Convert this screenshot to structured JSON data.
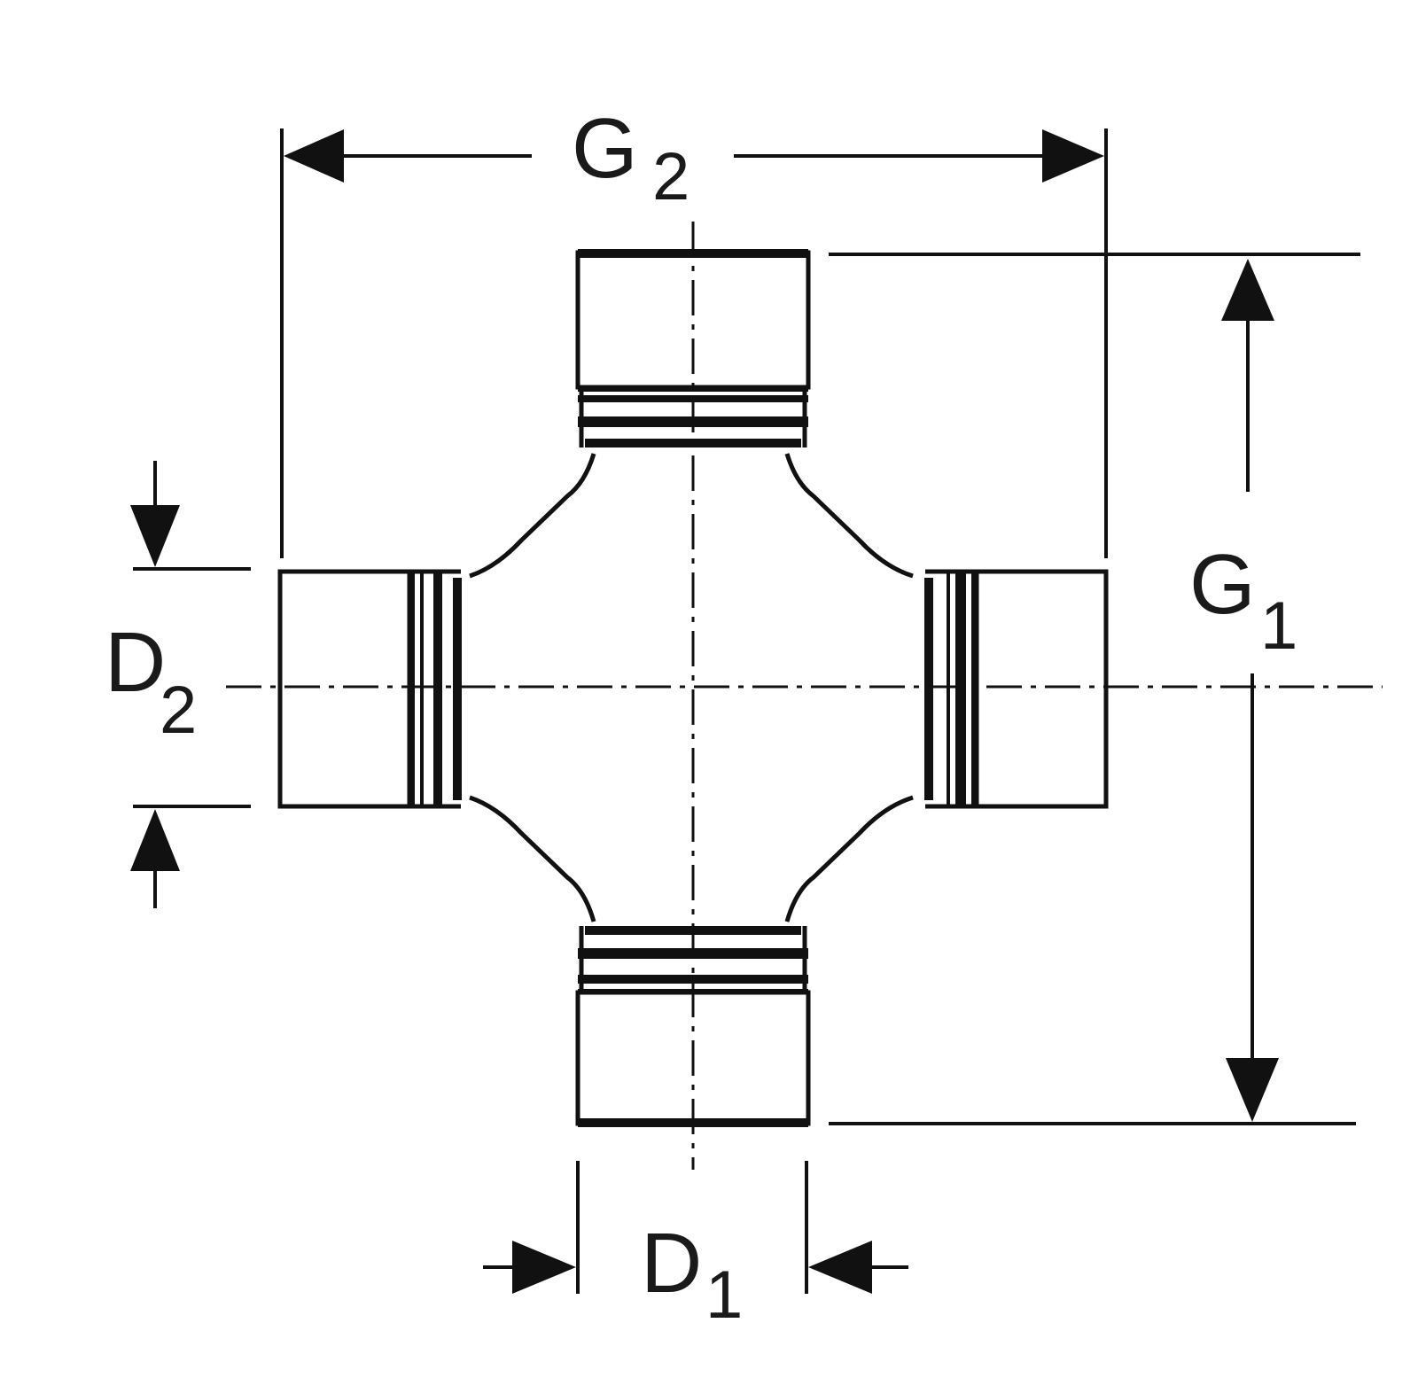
{
  "labels": {
    "g2": {
      "main": "G",
      "sub": "2"
    },
    "g1": {
      "main": "G",
      "sub": "1"
    },
    "d2": {
      "main": "D",
      "sub": "2"
    },
    "d1": {
      "main": "D",
      "sub": "1"
    }
  }
}
